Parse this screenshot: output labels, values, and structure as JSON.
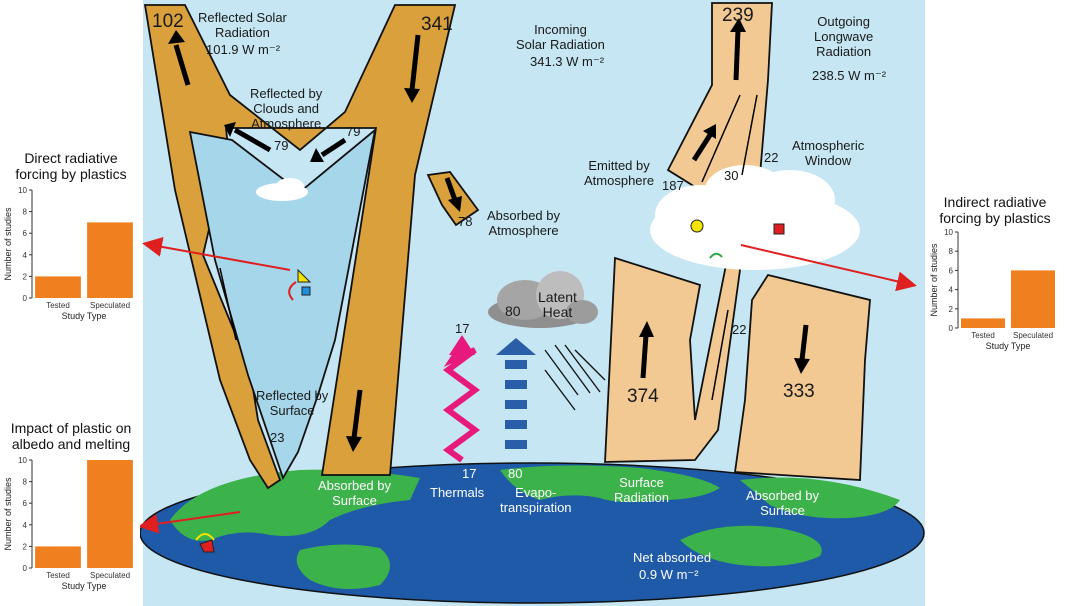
{
  "flows": {
    "reflected_solar": {
      "value": "102",
      "label": "Reflected Solar\nRadiation",
      "sub": "101.9 W m⁻²"
    },
    "incoming_solar": {
      "value": "341",
      "label": "Incoming\nSolar Radiation",
      "sub": "341.3 W m⁻²"
    },
    "outgoing_longwave": {
      "value": "239",
      "label": "Outgoing\nLongwave\nRadiation",
      "sub": "238.5 W m⁻²"
    },
    "reflected_clouds": {
      "label": "Reflected by\nClouds and\nAtmosphere",
      "value_a": "79",
      "value_b": "79"
    },
    "absorbed_atmosphere": {
      "value": "78",
      "label": "Absorbed by\nAtmosphere"
    },
    "emitted_atmosphere": {
      "label": "Emitted by\nAtmosphere",
      "value_a": "187",
      "value_b": "30"
    },
    "atmospheric_window": {
      "label": "Atmospheric\nWindow",
      "value_top": "22",
      "value_bottom": "22"
    },
    "latent_heat": {
      "value": "80",
      "label": "Latent\nHeat"
    },
    "thermals": {
      "value_top": "17",
      "value_bottom": "17",
      "label": "Thermals"
    },
    "evapotranspiration": {
      "value": "80",
      "label": "Evapo-\ntranspiration"
    },
    "reflected_surface": {
      "label": "Reflected by\nSurface",
      "value": "23"
    },
    "absorbed_surface_left": {
      "label": "Absorbed by\nSurface"
    },
    "surface_radiation": {
      "value": "374",
      "label": "Surface\nRadiation"
    },
    "absorbed_surface_right": {
      "value": "333",
      "label": "Absorbed by\nSurface"
    },
    "net_absorbed": {
      "label": "Net absorbed",
      "sub": "0.9 W m⁻²"
    }
  },
  "panels": [
    {
      "title": "Direct radiative\nforcing by plastics",
      "ymax": 10,
      "ticks": [
        "0",
        "2",
        "4",
        "6",
        "8",
        "10"
      ],
      "ylabel": "Number of studies",
      "xlabel": "Study Type",
      "categories": [
        "Tested",
        "Speculated"
      ]
    },
    {
      "title": "Impact of plastic on\nalbedo and melting",
      "ymax": 10,
      "ticks": [
        "0",
        "2",
        "4",
        "6",
        "8",
        "10"
      ],
      "ylabel": "Number of studies",
      "xlabel": "Study Type",
      "categories": [
        "Tested",
        "Speculated"
      ]
    },
    {
      "title": "Indirect radiative\nforcing by plastics",
      "ymax": 10,
      "ticks": [
        "0",
        "2",
        "4",
        "6",
        "8",
        "10"
      ],
      "ylabel": "Number of studies",
      "xlabel": "Study Type",
      "categories": [
        "Tested",
        "Speculated"
      ]
    }
  ],
  "chart_data": [
    {
      "type": "bar",
      "title": "Direct radiative forcing by plastics",
      "xlabel": "Study Type",
      "ylabel": "Number of studies",
      "categories": [
        "Tested",
        "Speculated"
      ],
      "values": [
        2,
        7
      ],
      "ylim": [
        0,
        10
      ],
      "color": "#f07f1f"
    },
    {
      "type": "bar",
      "title": "Impact of plastic on albedo and melting",
      "xlabel": "Study Type",
      "ylabel": "Number of studies",
      "categories": [
        "Tested",
        "Speculated"
      ],
      "values": [
        2,
        10
      ],
      "ylim": [
        0,
        10
      ],
      "color": "#f07f1f"
    },
    {
      "type": "bar",
      "title": "Indirect radiative forcing by plastics",
      "xlabel": "Study Type",
      "ylabel": "Number of studies",
      "categories": [
        "Tested",
        "Speculated"
      ],
      "values": [
        1,
        6
      ],
      "ylim": [
        0,
        10
      ],
      "color": "#f07f1f"
    }
  ],
  "colors": {
    "sky": "#c5e6f2",
    "solar_band": "#d9a03c",
    "longwave_band": "#f2c993",
    "ocean": "#1f5aa8",
    "land": "#3cb24a",
    "thermal": "#e8197d",
    "evapo": "#2b5ea8",
    "arrow_red": "#e02020",
    "bar": "#f07f1f"
  }
}
